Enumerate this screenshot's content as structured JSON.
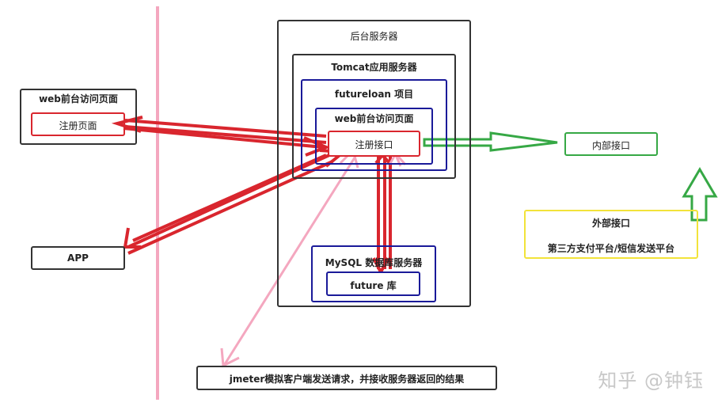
{
  "backend": {
    "server_label": "后台服务器",
    "tomcat_label": "Tomcat应用服务器",
    "project_label": "futureloan 项目",
    "web_page_inner_label": "web前台访问页面",
    "register_api_label": "注册接口",
    "mysql_label": "MySQL 数据库服务器",
    "db_label": "future 库"
  },
  "client": {
    "web_page_label": "web前台访问页面",
    "register_page_label": "注册页面",
    "app_label": "APP"
  },
  "interfaces": {
    "internal_label": "内部接口",
    "external_label": "外部接口",
    "external_desc": "第三方支付平台/短信发送平台"
  },
  "jmeter": {
    "label": "jmeter模拟客户端发送请求，并接收服务器返回的结果"
  },
  "watermark": "知乎 @钟钰",
  "colors": {
    "red": "#d9262e",
    "green": "#36a845",
    "pink": "#f4a7bf",
    "blue": "#1a1a99",
    "yellow": "#f2e33a",
    "dark": "#333333"
  }
}
